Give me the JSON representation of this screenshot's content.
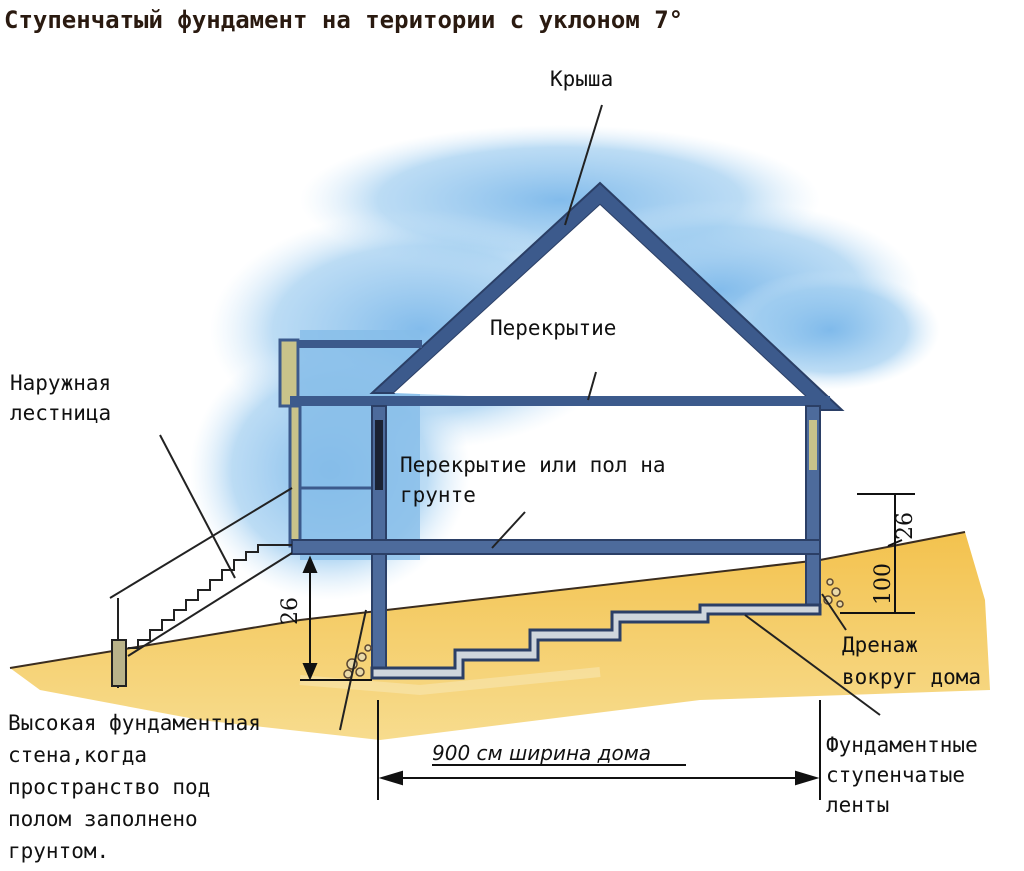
{
  "title": "Ступенчатый фундамент на територии с уклоном 7°",
  "labels": {
    "roof": "Крыша",
    "ceiling": "Перекрытие",
    "floor_line1": "Перекрытие или пол на",
    "floor_line2": "грунте",
    "stairs_line1": "Наружная",
    "stairs_line2": "лестница",
    "drainage_line1": "Дренаж",
    "drainage_line2": "вокруг дома",
    "strip_line1": "Фундаментные",
    "strip_line2": "ступенчатые",
    "strip_line3": "ленты",
    "wall_line1": "Высокая фундаментная",
    "wall_line2": "стена,когда",
    "wall_line3": "пространство под",
    "wall_line4": "полом заполнено",
    "wall_line5": "грунтом."
  },
  "dimensions": {
    "house_width": "900 см ширина дома",
    "left_height": "26",
    "right_top": "26",
    "right_bottom": "100"
  },
  "colors": {
    "sky": "#8fc3ec",
    "ground": "#f1c65a",
    "structure": "#3c5a8c",
    "text": "#111111"
  }
}
